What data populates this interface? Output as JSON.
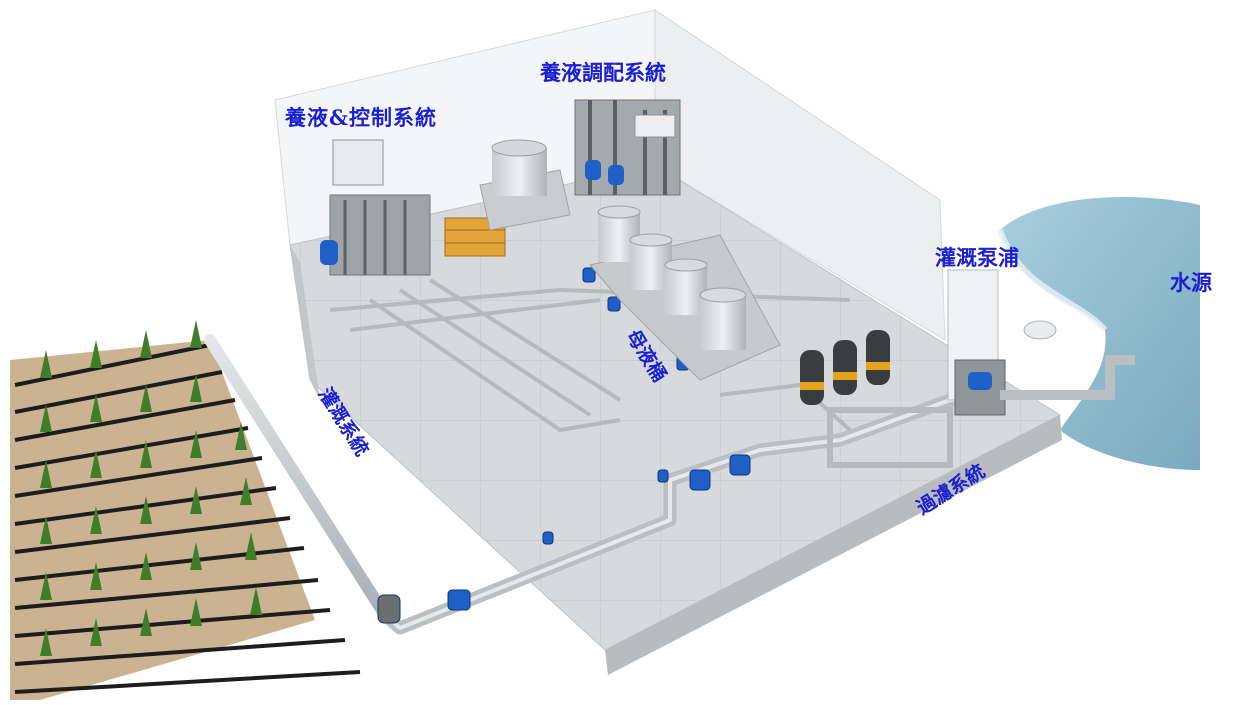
{
  "labels": {
    "nutrient_control": "養液&控制系統",
    "nutrient_mixing": "養液調配系統",
    "pump": "灌溉泵浦",
    "water_source": "水源",
    "stock_tank": "母液桶",
    "irrigation": "灌溉系統",
    "filtration": "過濾系統"
  },
  "colors": {
    "label_text": "#1a1fd0",
    "water": "#7fb3c9",
    "floor": "#d9dcdd",
    "pipe": "#bfc4c7",
    "valve": "#1f5fc8",
    "soil": "#cbb392",
    "crop": "#3f7d2a"
  }
}
